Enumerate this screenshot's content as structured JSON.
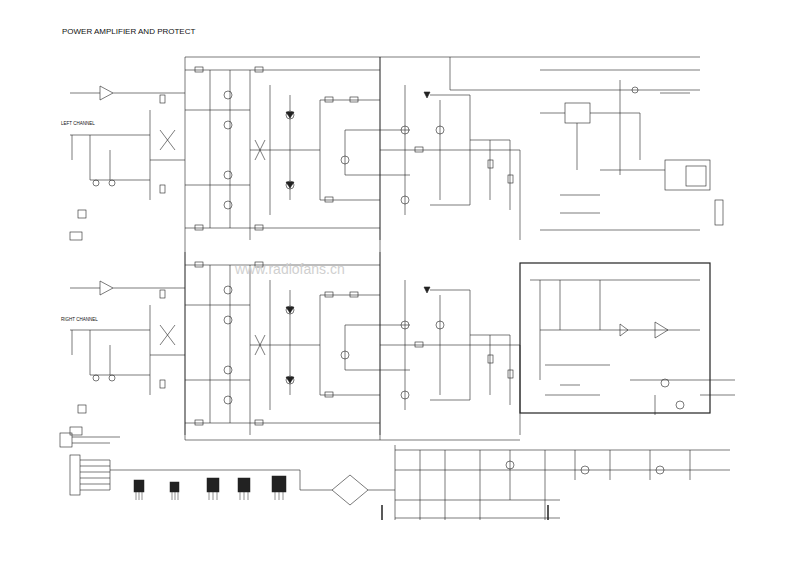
{
  "diagram": {
    "title": "POWER AMPLIFIER AND PROTECT",
    "labels": [
      "LEFT CHANNEL",
      "RIGHT CHANNEL",
      "www.radiofans.cn"
    ]
  }
}
